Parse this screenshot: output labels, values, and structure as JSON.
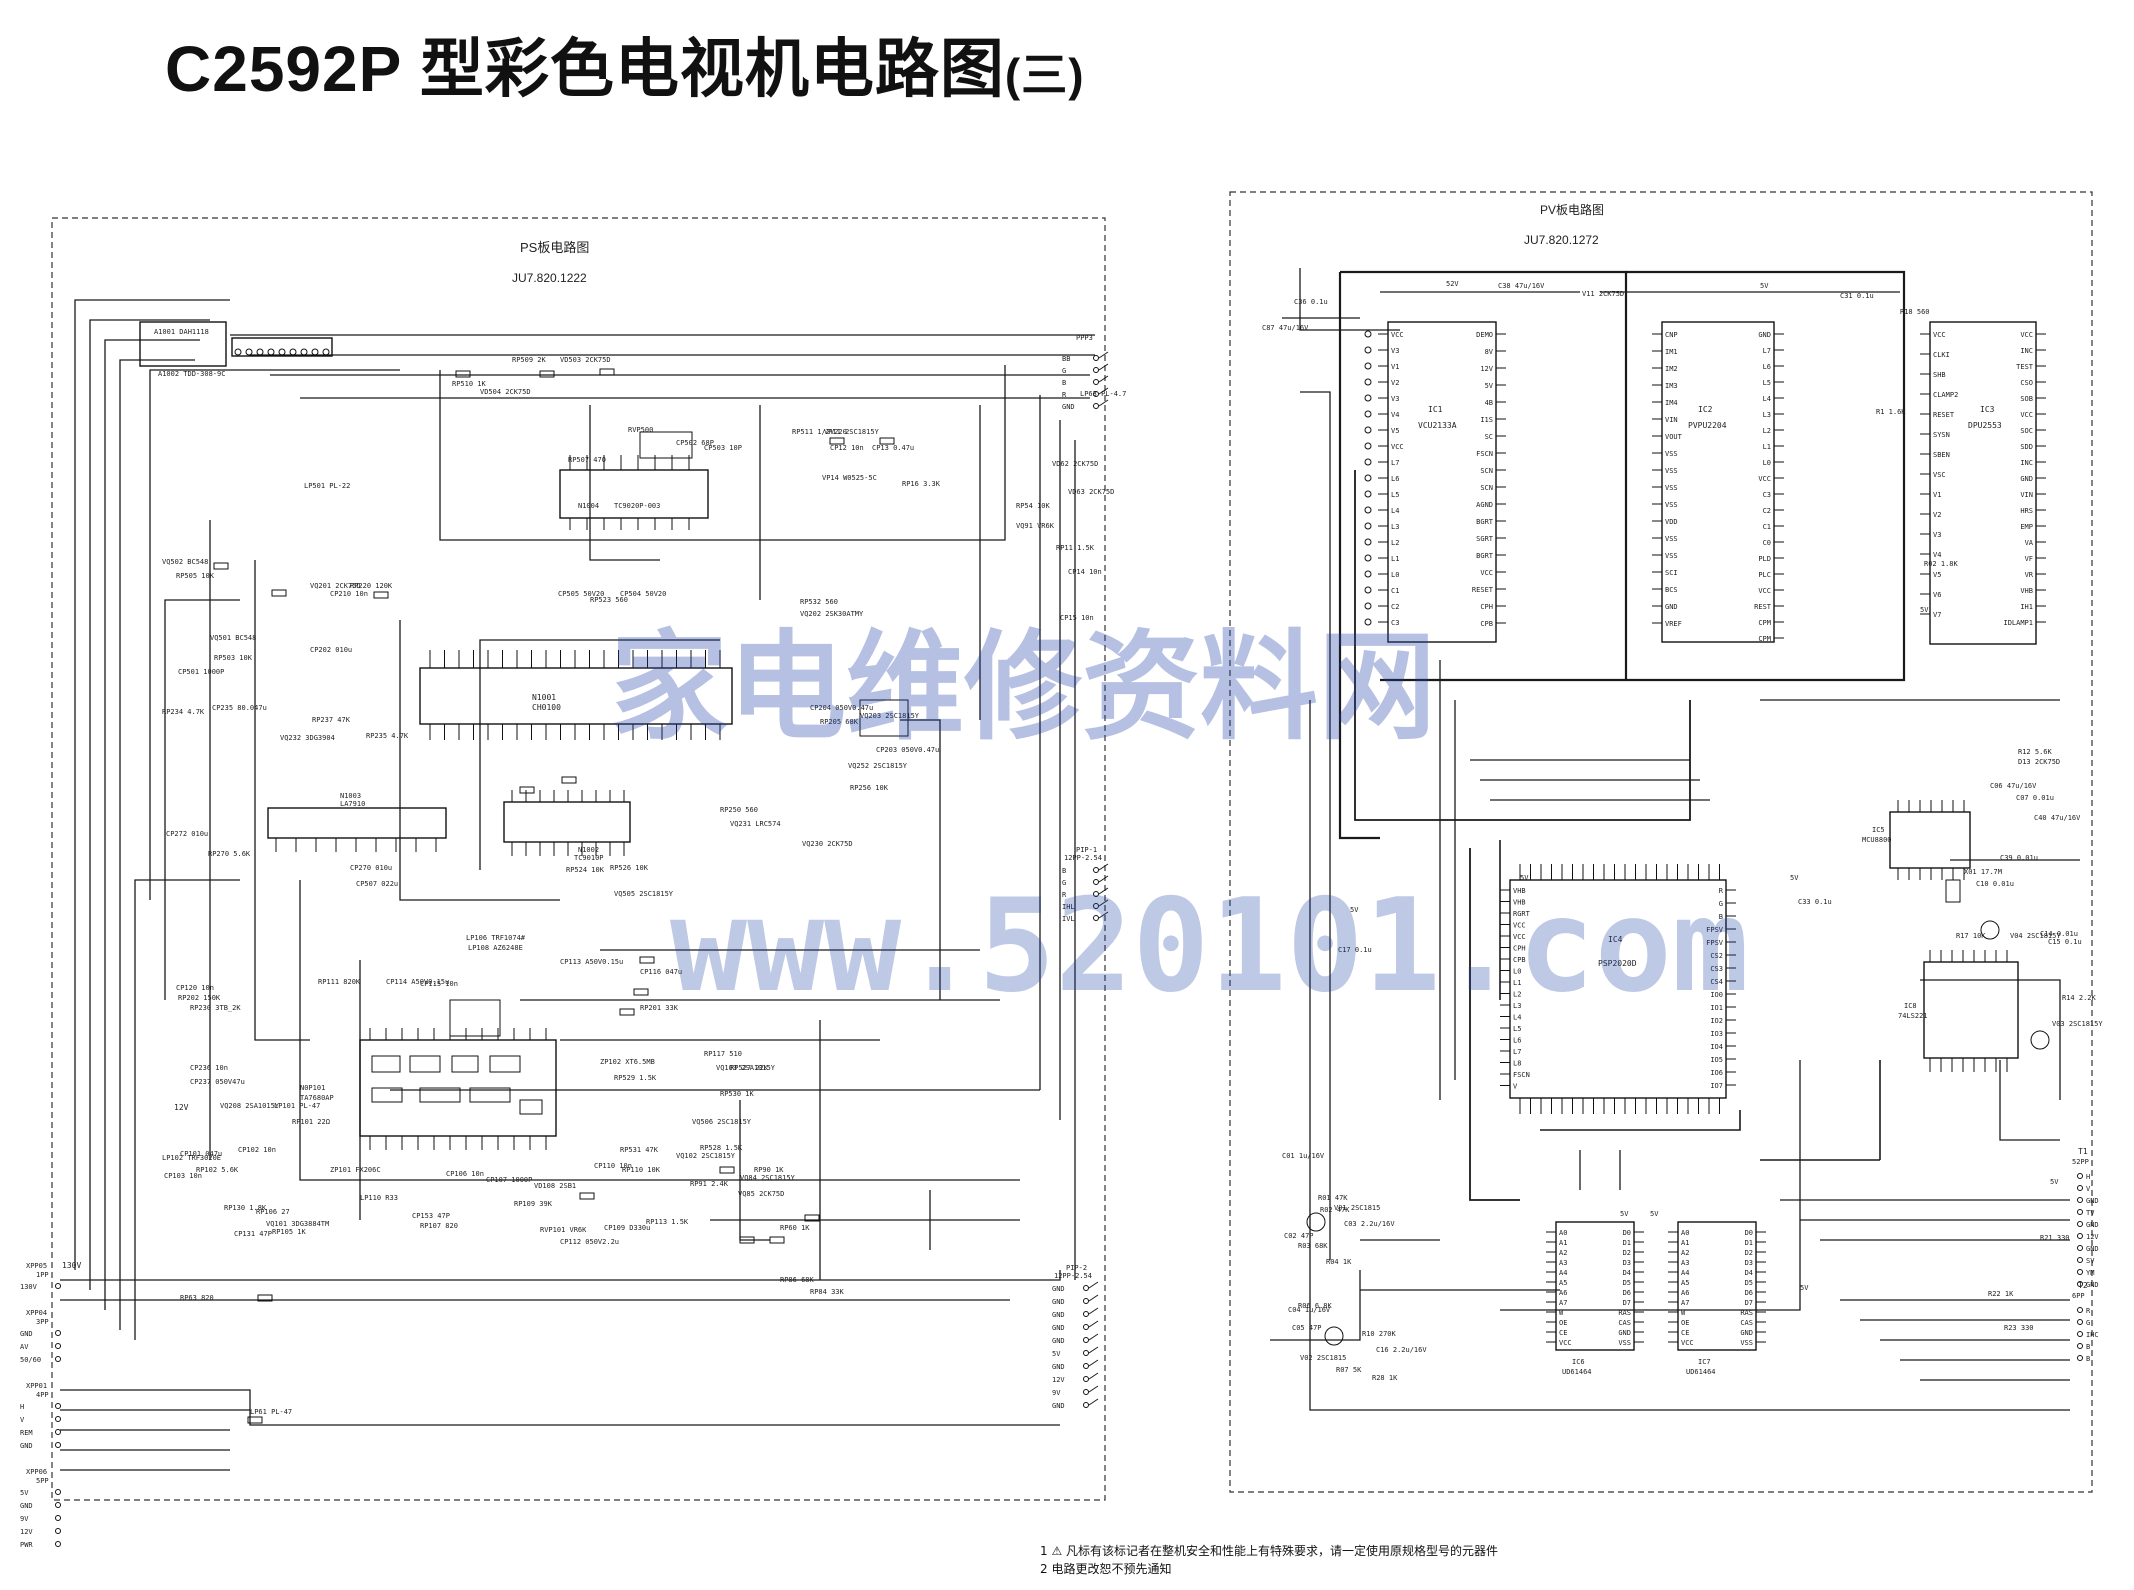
{
  "title": {
    "main": "C2592P 型彩色电视机电路图",
    "suffix": "(三)"
  },
  "ps_board": {
    "name": "PS板电路图",
    "drawing_no": "JU7.820.1222",
    "ics": [
      {
        "ref": "N1001",
        "part": "CH0100"
      },
      {
        "ref": "N1002",
        "part": "TC9010P"
      },
      {
        "ref": "N1003",
        "part": "LA7910"
      },
      {
        "ref": "N1004",
        "part": "TC9020P-003"
      },
      {
        "ref": "N0P101",
        "part": "TA7680AP"
      }
    ],
    "components": [
      "RP509 2K",
      "VD503 2CK75D",
      "RP510 1K",
      "VD504 2CK75D",
      "RP507 470",
      "RVP500",
      "CP502 68P",
      "CP503 10P",
      "RP511 1/2V220",
      "VP11 2SC1815Y",
      "CP12 10n",
      "CP13 0.47u",
      "LP501 PL-22",
      "VQ502 BC548",
      "RP505 10K",
      "VQ501 BC548",
      "CP501 1000P",
      "RP503 10K",
      "RP234 4.7K",
      "CP235 80.047u",
      "VQ232 3DG3904",
      "RP237 47K",
      "RP235 4.7K",
      "CP202 010u",
      "RP220 120K",
      "CP210 10n",
      "VQ201 2CK75D",
      "CP505 50V20",
      "CP504 50V20",
      "RP523 560",
      "RP532 560",
      "VQ202 2SK30ATMY",
      "CP204 050V0.47u",
      "RP205 68K",
      "VQ203 2SC1815Y",
      "CP203 050V0.47u",
      "VQ252 2SC1815Y",
      "RP256 10K",
      "RP250 560",
      "VQ231 LRC574",
      "VQ230 2CK75D",
      "CP272 010u",
      "RP270 5.6K",
      "CP270 010u",
      "CP507 022u",
      "RP524 10K",
      "RP526 10K",
      "VQ505 2SC1815Y",
      "LP106 TRF1074#",
      "LP108 AZ6248E",
      "CP113 A50V0.15u",
      "RP111 820K",
      "CP114 A50V0.15u",
      "CP115 10n",
      "CP116 047u",
      "RP201 33K",
      "CP120 10n",
      "RP202 150K",
      "RP230 3TB_2K",
      "CP236 10n",
      "CP237 050V47u",
      "VQ208 2SA1015Y",
      "LP101 PL-47",
      "RP101 22Ω",
      "LP102 TRF3020E",
      "CP101 047u",
      "CP102 10n",
      "CP103 10n",
      "RP102 5.6K",
      "RP130 1.8K",
      "VQ101 3DG3884TM",
      "RP106 27",
      "RP105 1K",
      "CP131 47P",
      "ZP101 FX206C",
      "LP110 R33",
      "CP153 47P",
      "RP107 820",
      "CP106 10n",
      "CP107 1000P",
      "VD108 2SB1",
      "RP109 39K",
      "CP110 10n",
      "RP110 10K",
      "RVP101 VR6K",
      "CP112 050V2.2u",
      "CP109 D330u",
      "RP113 1.5K",
      "RP531 47K",
      "VQ102 2SC1815Y",
      "RP117 510",
      "VQ103 2SA1015Y",
      "ZP102 XT6.5MB",
      "RP529 1.5K",
      "RP527 22K",
      "RP530 1K",
      "VQ506 2SC1815Y",
      "RP528 1.5K",
      "RP90 1K",
      "VQ84 2SC1815Y",
      "RP91 2.4K",
      "VQ85 2CK75D",
      "RP60 1K",
      "RP86 68K",
      "RP84 33K",
      "RP63 820",
      "LP61 PL-47",
      "LP63 PL-4.7",
      "VD62 2CK75D",
      "VD63 2CK75D",
      "RP54 10K",
      "VQ91 VR6K",
      "RP11 1.5K",
      "CP14 10n",
      "CP15 10n",
      "VP14 W0525-5C",
      "RP16 3.3K"
    ],
    "top_connector": {
      "refs": [
        "A1001 DAH1118",
        "A1002 TDD-308-9C"
      ]
    },
    "left_connectors": [
      {
        "ref": "XPP05",
        "size": "1PP",
        "pins": [
          "130V"
        ]
      },
      {
        "ref": "XPP04",
        "size": "3PP",
        "pins": [
          "GND",
          "AV",
          "50/60"
        ]
      },
      {
        "ref": "XPP01",
        "size": "4PP",
        "pins": [
          "H",
          "V",
          "REM",
          "GND"
        ]
      },
      {
        "ref": "XPP06",
        "size": "5PP",
        "pins": [
          "5V",
          "GND",
          "9V",
          "12V",
          "PWR"
        ]
      }
    ],
    "right_connectors": [
      {
        "ref": "PPP3",
        "pins": [
          "BB",
          "G",
          "B",
          "R",
          "GND"
        ]
      },
      {
        "ref": "PIP-1",
        "size": "12PP-2.54",
        "pins": [
          "B",
          "G",
          "R",
          "IHL",
          "IVL"
        ]
      },
      {
        "ref": "PIP-2",
        "size": "12PP-2.54",
        "pins": [
          "GND",
          "GND",
          "GND",
          "GND",
          "GND",
          "5V",
          "GND",
          "12V",
          "9V",
          "GND"
        ]
      }
    ],
    "supply_labels": [
      "130V",
      "12V"
    ]
  },
  "pv_board": {
    "name": "PV板电路图",
    "drawing_no": "JU7.820.1272",
    "ics": [
      {
        "ref": "IC1",
        "part": "VCU2133A"
      },
      {
        "ref": "IC2",
        "part": "PVPU2204"
      },
      {
        "ref": "IC3",
        "part": "DPU2553"
      },
      {
        "ref": "IC4",
        "part": "PSP2020D"
      },
      {
        "ref": "IC5",
        "part": "MCU8800"
      },
      {
        "ref": "IC6",
        "part": "UD61464"
      },
      {
        "ref": "IC7",
        "part": "UD61464"
      },
      {
        "ref": "IC8",
        "part": "74LS221"
      }
    ],
    "ic1_left_pins": [
      "VCC",
      "V3",
      "V1",
      "V2",
      "V3",
      "V4",
      "V5",
      "VCC",
      "L7",
      "L6",
      "L5",
      "L4",
      "L3",
      "L2",
      "L1",
      "L0",
      "C1",
      "C2",
      "C3"
    ],
    "ic1_right_pins": [
      "DEMO",
      "8V",
      "12V",
      "5V",
      "4B",
      "I1S",
      "SC",
      "FSCN",
      "SCN",
      "SCN",
      "AGND",
      "BGRT",
      "SGRT",
      "BGRT",
      "VCC",
      "RESET",
      "CPH",
      "CPB"
    ],
    "ic2_left_pins": [
      "CNP",
      "IM1",
      "IM2",
      "IM3",
      "IM4",
      "VIN",
      "VOUT",
      "VSS",
      "VSS",
      "VSS",
      "VSS",
      "VDD",
      "VSS",
      "VSS",
      "SCI",
      "BCS",
      "GND",
      "VREF"
    ],
    "ic2_right_pins": [
      "GND",
      "L7",
      "L6",
      "L5",
      "L4",
      "L3",
      "L2",
      "L1",
      "L0",
      "VCC",
      "C3",
      "C2",
      "C1",
      "C0",
      "PLD",
      "PLC",
      "VCC",
      "REST",
      "CPM",
      "CPM"
    ],
    "ic3_left_pins": [
      "VCC",
      "CLKI",
      "SHB",
      "CLAMP2",
      "RESET",
      "SYSN",
      "SBEN",
      "VSC",
      "V1",
      "V2",
      "V3",
      "V4",
      "V5",
      "V6",
      "V7"
    ],
    "ic3_right_pins": [
      "VCC",
      "INC",
      "TEST",
      "CSO",
      "SOB",
      "VCC",
      "SOC",
      "SDD",
      "INC",
      "GND",
      "VIN",
      "HRS",
      "EMP",
      "VA",
      "VF",
      "VR",
      "VHB",
      "IH1",
      "IDLAMP1"
    ],
    "ic4_right_pins": [
      "R",
      "G",
      "B",
      "FPSV",
      "FPSV",
      "CS2",
      "CS3",
      "CS4",
      "IO0",
      "IO1",
      "IO2",
      "IO3",
      "IO4",
      "IO5",
      "IO6",
      "IO7"
    ],
    "ic4_left_pins": [
      "VHB",
      "VHB",
      "RGRT",
      "VCC",
      "VCC",
      "CPH",
      "CPB",
      "L0",
      "L1",
      "L2",
      "L3",
      "L4",
      "L5",
      "L6",
      "L7",
      "L8",
      "FSCN",
      "V"
    ],
    "components": [
      "C36 0.1u",
      "C87 47u/16V",
      "52V",
      "C38 47u/16V",
      "V11 2CK75D",
      "C31 0.1u",
      "R18 560",
      "R1 1.6K",
      "R02 1.8K",
      "R12 5.6K",
      "D13 2CK75D",
      "C06 47u/16V",
      "C07 0.01u",
      "C40 47u/16V",
      "C39 0.01u",
      "X01 17.7M",
      "C10 0.01u",
      "C17 0.1u",
      "C33 0.1u",
      "R17 10K",
      "V04 2SC1815Y",
      "C14 0.01u",
      "C15 0.1u",
      "R14 2.2K",
      "V03 2SC1815Y",
      "C01 1u/16V",
      "R01 47K",
      "R02 47K",
      "C02 47P",
      "R03 68K",
      "V01 2SC1815",
      "C03 2.2u/16V",
      "R04 1K",
      "R06 6.8K",
      "C04 1u/16V",
      "C05 47P",
      "V02 2SC1815",
      "R10 270K",
      "C16 2.2u/16V",
      "R07 5K",
      "R28 1K",
      "R21 330",
      "R22 1K",
      "R23 330"
    ],
    "ic6_pins_left": [
      "A0",
      "A1",
      "A2",
      "A3",
      "A4",
      "A5",
      "A6",
      "A7",
      "W",
      "OE",
      "CE",
      "VCC"
    ],
    "ic6_pins_right": [
      "D0",
      "D1",
      "D2",
      "D3",
      "D4",
      "D5",
      "D6",
      "D7",
      "RAS",
      "CAS",
      "GND",
      "VSS"
    ],
    "t1_connector": {
      "ref": "T1",
      "size": "52PP",
      "pins": [
        "H",
        "V",
        "GND",
        "TV",
        "GND",
        "12V",
        "GND",
        "SV",
        "YM",
        "GND"
      ]
    },
    "t2_connector": {
      "ref": "T2",
      "size": "6PP",
      "pins": [
        "R",
        "G",
        "IHC",
        "B",
        "B"
      ]
    },
    "supply_labels": [
      "5V",
      "5V",
      "5V",
      "5V",
      "5V",
      "5V",
      "5V",
      "5V",
      "5V"
    ]
  },
  "notes": [
    "1  ⚠ 凡标有该标记者在整机安全和性能上有特殊要求，请一定使用原规格型号的元器件",
    "2  电路更改恕不预先通知"
  ],
  "watermark": {
    "cn": "家电维修资料网",
    "url": "www.520101.com"
  }
}
